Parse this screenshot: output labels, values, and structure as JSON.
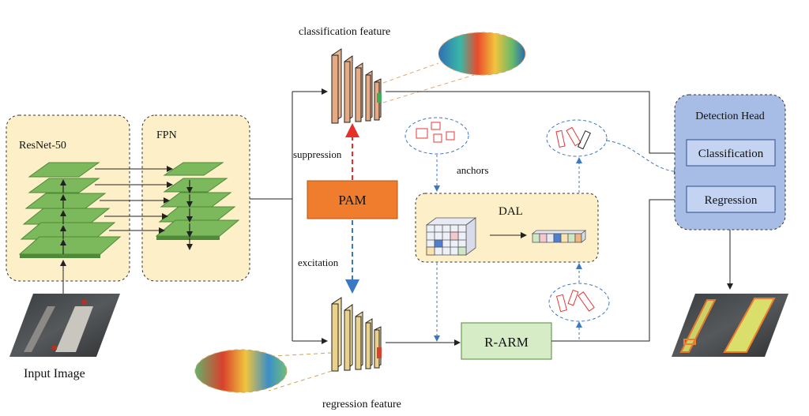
{
  "labels": {
    "resnet": "ResNet-50",
    "fpn": "FPN",
    "input_image": "Input Image",
    "classification_feature": "classification feature",
    "regression_feature": "regression feature",
    "suppression": "suppression",
    "excitation": "excitation",
    "pam": "PAM",
    "anchors": "anchors",
    "dal": "DAL",
    "rarm": "R-ARM",
    "detection_head": "Detection Head",
    "classification": "Classification",
    "regression": "Regression"
  },
  "colors": {
    "backbone_fill": "#fdf0c8",
    "layer_green": "#79b55a",
    "layer_green_dark": "#4f8a38",
    "pam_orange": "#ef7d2d",
    "rarm_green": "#d6ecc6",
    "head_blue": "#a7bde6",
    "inner_blue": "#c3d3f1",
    "suppression_red": "#e8302b",
    "excitation_blue": "#3c77c4",
    "anchor_red": "#e5393a",
    "cls_feature": "#e9b58f",
    "reg_feature": "#f1dea6"
  }
}
